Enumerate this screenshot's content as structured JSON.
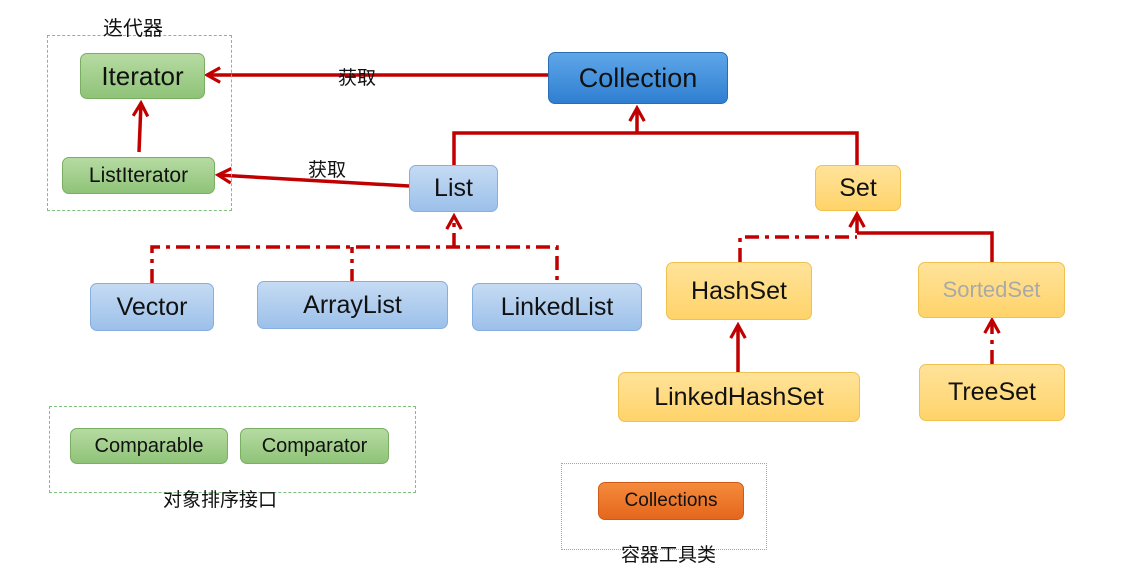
{
  "groups": {
    "iterator_group": "迭代器",
    "comparison_group": "对象排序接口",
    "utility_group": "容器工具类"
  },
  "edge_labels": {
    "collection_to_iterator": "获取",
    "list_to_listiterator": "获取"
  },
  "nodes": {
    "iterator": "Iterator",
    "list_iterator": "ListIterator",
    "collection": "Collection",
    "list": "List",
    "set": "Set",
    "vector": "Vector",
    "array_list": "ArrayList",
    "linked_list": "LinkedList",
    "hash_set": "HashSet",
    "sorted_set": "SortedSet",
    "linked_hash_set": "LinkedHashSet",
    "tree_set": "TreeSet",
    "comparable": "Comparable",
    "comparator": "Comparator",
    "collections": "Collections"
  },
  "colors": {
    "edge": "#c00000",
    "iterator_nodes": "#a6d18f",
    "collection_node": "#3f8fdc",
    "list_nodes": "#adcbee",
    "set_nodes": "#ffd97a",
    "utility_node": "#ee7a2e",
    "group_border": "#7fc07f"
  }
}
